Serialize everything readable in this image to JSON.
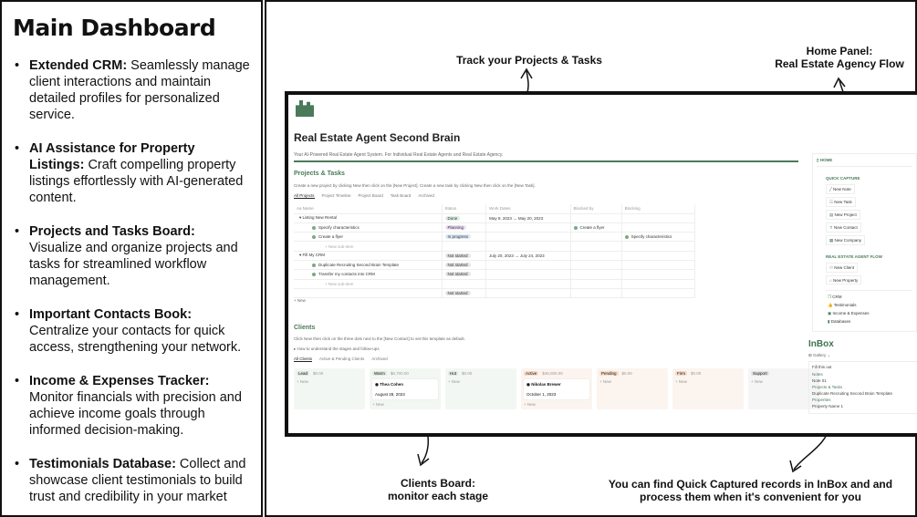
{
  "left": {
    "title": "Main Dashboard",
    "features": [
      {
        "name": "Extended CRM:",
        "text": " Seamlessly manage client interactions and maintain detailed profiles for personalized service."
      },
      {
        "name": "AI Assistance for Property Listings:",
        "text": " Craft compelling property listings effortlessly with AI-generated content."
      },
      {
        "name": "Projects and Tasks Board:",
        "text": " Visualize and organize projects and tasks for streamlined workflow management."
      },
      {
        "name": "Important Contacts Book:",
        "text": " Centralize your contacts for quick access, strengthening your network."
      },
      {
        "name": "Income & Expenses Tracker:",
        "text": " Monitor financials with precision and achieve income goals through informed decision-making."
      },
      {
        "name": "Testimonials Database:",
        "text": " Collect and showcase client testimonials to build trust and credibility in your market"
      }
    ]
  },
  "annotations": {
    "track": "Track your Projects & Tasks",
    "home": "Home Panel:\nReal Estate Agency Flow",
    "clients": "Clients Board:\nmonitor each stage",
    "inbox": "You can find Quick Captured records in InBox and and process them when it's convenient for you"
  },
  "page": {
    "title": "Real Estate Agent Second Brain",
    "subtitle": "Your AI-Powered Real Estate Agent System. For Individual Real Estate Agents and Real Estate Agency."
  },
  "projects": {
    "heading": "Projects & Tasks",
    "hint": "Create a new project by clicking New then click on the [New Project]. Create a new task by clicking New then click on the [New Task].",
    "tabs": [
      "All Projects",
      "Project Timeline",
      "Project Board",
      "Task Board",
      "Archived"
    ],
    "columns": [
      "Aa Name",
      "Status",
      "Work Dates",
      "Blocked by",
      "Blocking"
    ],
    "rows": [
      {
        "name": "▾ Listing New Rental",
        "status": "Done",
        "dates": "May 9, 2023 → May 20, 2023",
        "blocked": "",
        "blocking": "",
        "indent": 0
      },
      {
        "name": "Specify characteristics",
        "status": "Planning",
        "dates": "",
        "blocked": "Create a flyer",
        "blocking": "",
        "indent": 1
      },
      {
        "name": "Create a flyer",
        "status": "In progress",
        "dates": "",
        "blocked": "",
        "blocking": "Specify characteristics",
        "indent": 1
      },
      {
        "name": "+ New sub-item",
        "status": "",
        "dates": "",
        "blocked": "",
        "blocking": "",
        "indent": 2
      },
      {
        "name": "▾ Fill My CRM",
        "status": "Not started",
        "dates": "July 20, 2023 → July 24, 2023",
        "blocked": "",
        "blocking": "",
        "indent": 0
      },
      {
        "name": "Duplicate Recruiting Second Brain Template",
        "status": "Not started",
        "dates": "",
        "blocked": "",
        "blocking": "",
        "indent": 1
      },
      {
        "name": "Transfer my contacts into CRM",
        "status": "Not started",
        "dates": "",
        "blocked": "",
        "blocking": "",
        "indent": 1
      },
      {
        "name": "+ New sub-item",
        "status": "",
        "dates": "",
        "blocked": "",
        "blocking": "",
        "indent": 2
      },
      {
        "name": "",
        "status": "Not started",
        "dates": "",
        "blocked": "",
        "blocking": "",
        "indent": 0
      }
    ],
    "new": "+ New"
  },
  "clients": {
    "heading": "Clients",
    "hint": "Click New then click on the three dots next to the [New Contact] to set this template as default.",
    "toggle": "▸ How to understand the stages and follow-ups",
    "tabs": [
      "All Clients",
      "Active & Pending Clients",
      "Archived"
    ],
    "columns": [
      {
        "name": "Lead",
        "amount": "$0.00",
        "cards": [],
        "bg": "#f3f7f3",
        "tag": "#dfeadf"
      },
      {
        "name": "Warm",
        "amount": "$6,700.00",
        "cards": [
          {
            "name": "Thea Cohen",
            "date": "August 28, 2023"
          }
        ],
        "bg": "#f3f7f3",
        "tag": "#dfeadf"
      },
      {
        "name": "Hot",
        "amount": "$0.00",
        "cards": [],
        "bg": "#f3f7f3",
        "tag": "#dfeadf"
      },
      {
        "name": "Active",
        "amount": "$45,000.00",
        "cards": [
          {
            "name": "Nikolas Brewer",
            "date": "October 1, 2023"
          }
        ],
        "bg": "#fcf4ef",
        "tag": "#f6dccb"
      },
      {
        "name": "Pending",
        "amount": "$0.00",
        "cards": [],
        "bg": "#fcf4ef",
        "tag": "#f6dccb"
      },
      {
        "name": "Firm",
        "amount": "$0.00",
        "cards": [],
        "bg": "#fcf4ef",
        "tag": "#f6dccb"
      },
      {
        "name": "Support",
        "amount": "",
        "cards": [],
        "bg": "#f5f5f5",
        "tag": "#e4e4e4"
      }
    ],
    "new": "+ New"
  },
  "home": {
    "title": "HOME",
    "quick_capture": "QUICK CAPTURE",
    "quick": [
      "New Note",
      "New Task",
      "New Project",
      "New Contact",
      "New Company"
    ],
    "flow": "REAL ESTATE AGENT FLOW",
    "flow_items": [
      "New Client",
      "New Property"
    ],
    "links": [
      "CRM",
      "Testimonials",
      "Income & Expenses",
      "Databases"
    ]
  },
  "inbox": {
    "title": "InBox",
    "view": "Gallery",
    "card_title": "Fill this out",
    "sections": [
      {
        "label": "Notes",
        "item": "Note 01"
      },
      {
        "label": "Projects & Tasks",
        "item": "Duplicate Recruiting Second Brain Template"
      },
      {
        "label": "Properties",
        "item": "Property Name 1"
      }
    ]
  },
  "colors": {
    "accent": "#4a7a5a"
  }
}
